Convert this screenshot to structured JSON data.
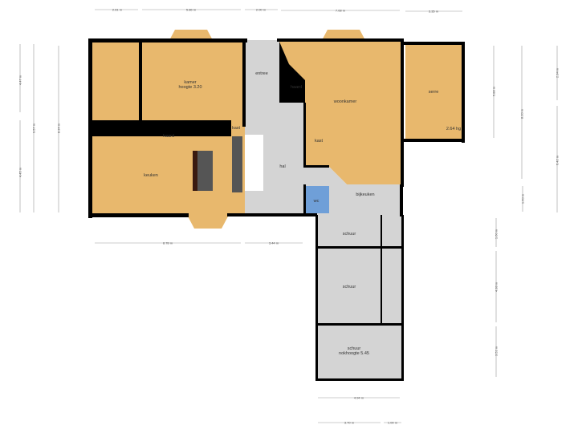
{
  "colors": {
    "living": "#e8b86d",
    "utility": "#d4d4d4",
    "wc": "#6f9fd8",
    "wall": "#000000"
  },
  "rooms": {
    "kamer": "kamer",
    "kamer_height": "hoogte 3.20",
    "entree": "entree",
    "haard_woon": "haard",
    "woonkamer": "woonkamer",
    "serre": "serre",
    "serre_height": "2.64 hg",
    "kast1": "kast",
    "kast2": "kast",
    "haard_keuken": "haard",
    "keuken": "keuken",
    "hal": "hal",
    "wc": "wc",
    "bijkeuken": "bijkeuken",
    "schuur1": "schuur",
    "schuur2": "schuur",
    "schuur3": "schuur",
    "schuur3_note": "nokhoogte 5.45"
  },
  "dimensions": {
    "top": [
      "2.61 m",
      "5.86 m",
      "2.00 m",
      "7.08 m",
      "3.35 m"
    ],
    "left": [
      "4.47 m",
      "9.57 m",
      "8.34 m",
      "4.45 m"
    ],
    "right": [
      "5.88 m",
      "8.20 m",
      "1.60 m",
      "2.34 m",
      "6.42 m"
    ],
    "right_lower": [
      "1.60 m",
      "4.38 m",
      "3.52 m"
    ],
    "bottom": [
      "8.78 m",
      "3.44 m",
      "4.94 m",
      "3.70 m",
      "1.00 m"
    ]
  }
}
